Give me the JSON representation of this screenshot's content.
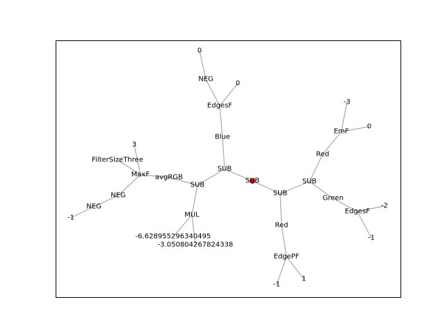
{
  "figure": {
    "root_color": "#d40000",
    "edge_color": "#a8a8a8"
  },
  "tree": {
    "root": "n0",
    "nodes": [
      {
        "id": "n0",
        "label": "SUB",
        "parent": null
      },
      {
        "id": "n1",
        "label": "SUB",
        "parent": "n0"
      },
      {
        "id": "n2",
        "label": "Blue",
        "parent": "n1"
      },
      {
        "id": "n3",
        "label": "EdgesF",
        "parent": "n2"
      },
      {
        "id": "n4",
        "label": "NEG",
        "parent": "n3"
      },
      {
        "id": "n5",
        "label": "0",
        "parent": "n4"
      },
      {
        "id": "n6",
        "label": "0",
        "parent": "n3"
      },
      {
        "id": "n7",
        "label": "SUB",
        "parent": "n1"
      },
      {
        "id": "n8",
        "label": "avgRGB",
        "parent": "n7"
      },
      {
        "id": "n9",
        "label": "MaxF",
        "parent": "n8"
      },
      {
        "id": "n10",
        "label": "3",
        "parent": "n9"
      },
      {
        "id": "n11",
        "label": "FilterSizeThree",
        "parent": "n9"
      },
      {
        "id": "n12",
        "label": "NEG",
        "parent": "n9"
      },
      {
        "id": "n13",
        "label": "NEG",
        "parent": "n12"
      },
      {
        "id": "n14",
        "label": "-1",
        "parent": "n13"
      },
      {
        "id": "n15",
        "label": "MUL",
        "parent": "n7"
      },
      {
        "id": "n16",
        "label": "-6.628955296340495",
        "parent": "n15"
      },
      {
        "id": "n17",
        "label": "-3.050804267824338",
        "parent": "n15"
      },
      {
        "id": "n18",
        "label": "SUB",
        "parent": "n0"
      },
      {
        "id": "n19",
        "label": "Red",
        "parent": "n18"
      },
      {
        "id": "n20",
        "label": "EdgePF",
        "parent": "n19"
      },
      {
        "id": "n21",
        "label": "-1",
        "parent": "n20"
      },
      {
        "id": "n22",
        "label": "1",
        "parent": "n20"
      },
      {
        "id": "n23",
        "label": "SUB",
        "parent": "n18"
      },
      {
        "id": "n24",
        "label": "Red",
        "parent": "n23"
      },
      {
        "id": "n25",
        "label": "EmF",
        "parent": "n24"
      },
      {
        "id": "n26",
        "label": "-3",
        "parent": "n25"
      },
      {
        "id": "n27",
        "label": "0",
        "parent": "n25"
      },
      {
        "id": "n28",
        "label": "Green",
        "parent": "n23"
      },
      {
        "id": "n29",
        "label": "EdgesF",
        "parent": "n28"
      },
      {
        "id": "n30",
        "label": "-2",
        "parent": "n29"
      },
      {
        "id": "n31",
        "label": "-1",
        "parent": "n29"
      }
    ]
  }
}
